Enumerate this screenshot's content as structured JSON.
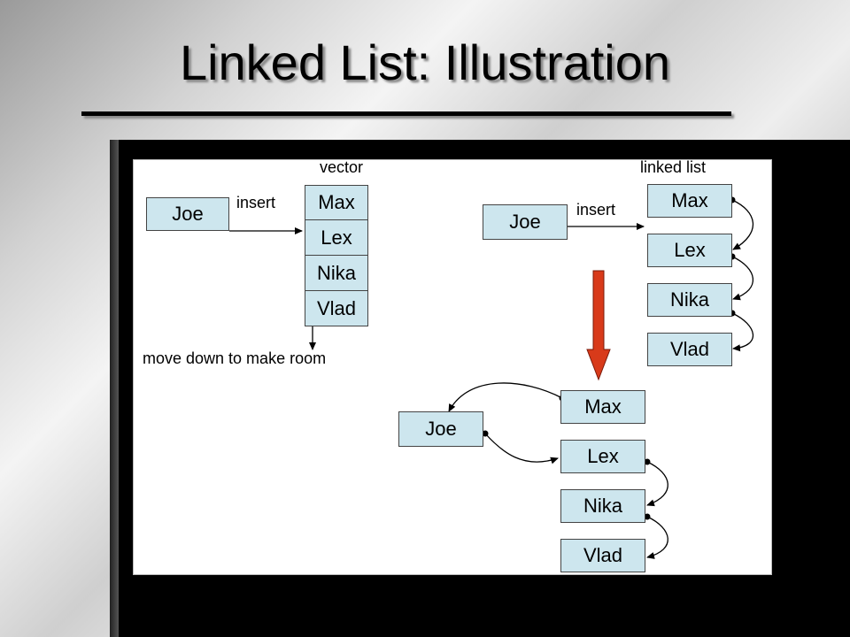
{
  "title": "Linked List: Illustration",
  "vector_section": {
    "heading": "vector",
    "new_item": "Joe",
    "insert_label": "insert",
    "items": [
      "Max",
      "Lex",
      "Nika",
      "Vlad"
    ],
    "note": "move down to make room"
  },
  "linked_list_section": {
    "heading": "linked list",
    "new_item": "Joe",
    "insert_label": "insert",
    "items": [
      "Max",
      "Lex",
      "Nika",
      "Vlad"
    ]
  },
  "result_section": {
    "new_item": "Joe",
    "items": [
      "Max",
      "Lex",
      "Nika",
      "Vlad"
    ]
  },
  "colors": {
    "box_fill": "#cde6ee",
    "transition_arrow": "#d83a1a"
  }
}
